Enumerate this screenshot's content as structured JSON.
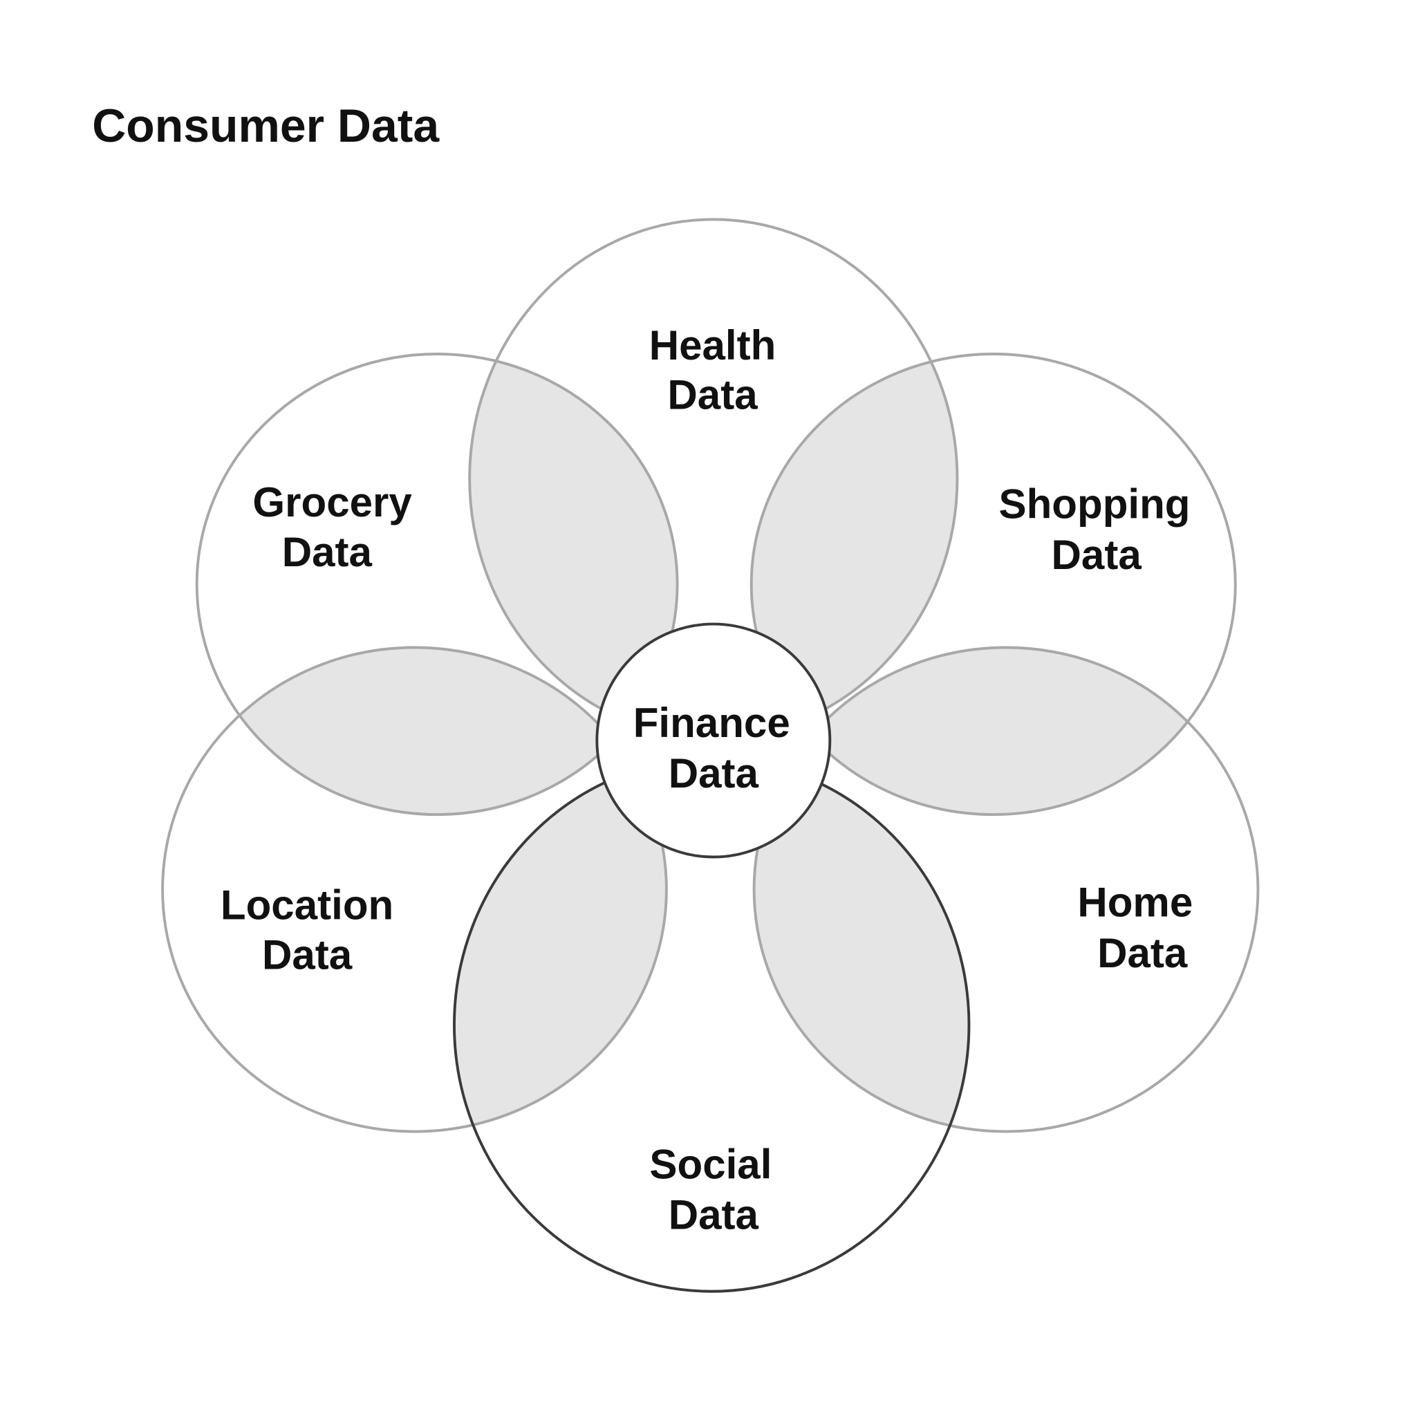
{
  "title": "Consumer Data",
  "nodes": [
    {
      "id": "health",
      "line1": "Health",
      "line2": "Data",
      "emphasis": false
    },
    {
      "id": "grocery",
      "line1": "Grocery",
      "line2": "Data",
      "emphasis": false
    },
    {
      "id": "shopping",
      "line1": "Shopping",
      "line2": "Data",
      "emphasis": false
    },
    {
      "id": "location",
      "line1": "Location",
      "line2": "Data",
      "emphasis": false
    },
    {
      "id": "home",
      "line1": "Home",
      "line2": "Data",
      "emphasis": false
    },
    {
      "id": "social",
      "line1": "Social",
      "line2": "Data",
      "emphasis": true
    }
  ],
  "center": {
    "line1": "Finance",
    "line2": "Data"
  },
  "colors": {
    "outline": "#a8a8a8",
    "outline_dark": "#3a3a3a",
    "overlap": "rgba(0,0,0,0.1)",
    "center_fill": "#ffffff"
  }
}
